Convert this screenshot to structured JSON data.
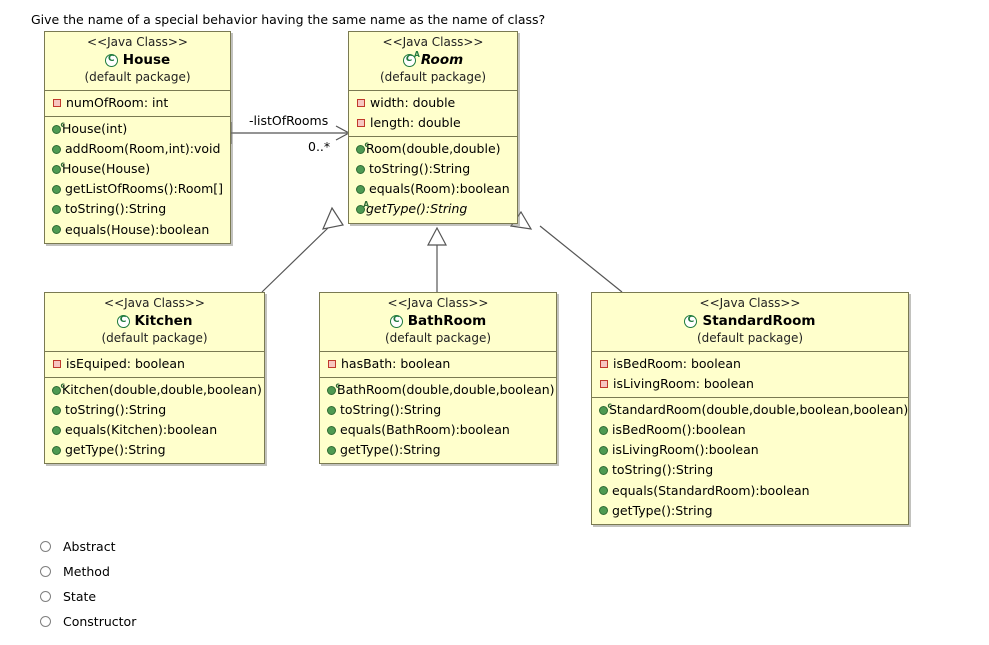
{
  "question": "Give the name of a special behavior having the same name as the name of class?",
  "diagram": {
    "stereotype": "<<Java Class>>",
    "package": "(default package)",
    "classes": [
      {
        "id": "house",
        "name": "House",
        "abstract": false,
        "fields": [
          {
            "icon": "private-field-icon",
            "text": "numOfRoom: int"
          }
        ],
        "methods": [
          {
            "icon": "constructor-icon",
            "text": "House(int)",
            "abstract": false
          },
          {
            "icon": "method-icon",
            "text": "addRoom(Room,int):void",
            "abstract": false
          },
          {
            "icon": "constructor-icon",
            "text": "House(House)",
            "abstract": false
          },
          {
            "icon": "method-icon",
            "text": "getListOfRooms():Room[]",
            "abstract": false
          },
          {
            "icon": "method-icon",
            "text": "toString():String",
            "abstract": false
          },
          {
            "icon": "method-icon",
            "text": "equals(House):boolean",
            "abstract": false
          }
        ]
      },
      {
        "id": "room",
        "name": "Room",
        "abstract": true,
        "fields": [
          {
            "icon": "private-field-icon",
            "text": "width: double"
          },
          {
            "icon": "private-field-icon",
            "text": "length: double"
          }
        ],
        "methods": [
          {
            "icon": "constructor-icon",
            "text": "Room(double,double)",
            "abstract": false
          },
          {
            "icon": "method-icon",
            "text": "toString():String",
            "abstract": false
          },
          {
            "icon": "method-icon",
            "text": "equals(Room):boolean",
            "abstract": false
          },
          {
            "icon": "abstract-method-icon",
            "text": "getType():String",
            "abstract": true
          }
        ]
      },
      {
        "id": "kitchen",
        "name": "Kitchen",
        "abstract": false,
        "fields": [
          {
            "icon": "private-field-icon",
            "text": "isEquiped: boolean"
          }
        ],
        "methods": [
          {
            "icon": "constructor-icon",
            "text": "Kitchen(double,double,boolean)",
            "abstract": false
          },
          {
            "icon": "method-icon",
            "text": "toString():String",
            "abstract": false
          },
          {
            "icon": "method-icon",
            "text": "equals(Kitchen):boolean",
            "abstract": false
          },
          {
            "icon": "method-icon",
            "text": "getType():String",
            "abstract": false
          }
        ]
      },
      {
        "id": "bathroom",
        "name": "BathRoom",
        "abstract": false,
        "fields": [
          {
            "icon": "private-field-icon",
            "text": "hasBath: boolean"
          }
        ],
        "methods": [
          {
            "icon": "constructor-icon",
            "text": "BathRoom(double,double,boolean)",
            "abstract": false
          },
          {
            "icon": "method-icon",
            "text": "toString():String",
            "abstract": false
          },
          {
            "icon": "method-icon",
            "text": "equals(BathRoom):boolean",
            "abstract": false
          },
          {
            "icon": "method-icon",
            "text": "getType():String",
            "abstract": false
          }
        ]
      },
      {
        "id": "standardroom",
        "name": "StandardRoom",
        "abstract": false,
        "fields": [
          {
            "icon": "private-field-icon",
            "text": "isBedRoom: boolean"
          },
          {
            "icon": "private-field-icon",
            "text": "isLivingRoom: boolean"
          }
        ],
        "methods": [
          {
            "icon": "constructor-icon",
            "text": "StandardRoom(double,double,boolean,boolean)",
            "abstract": false
          },
          {
            "icon": "method-icon",
            "text": "isBedRoom():boolean",
            "abstract": false
          },
          {
            "icon": "method-icon",
            "text": "isLivingRoom():boolean",
            "abstract": false
          },
          {
            "icon": "method-icon",
            "text": "toString():String",
            "abstract": false
          },
          {
            "icon": "method-icon",
            "text": "equals(StandardRoom):boolean",
            "abstract": false
          },
          {
            "icon": "method-icon",
            "text": "getType():String",
            "abstract": false
          }
        ]
      }
    ],
    "association": {
      "role_label": "-listOfRooms",
      "multiplicity": "0..*"
    }
  },
  "answers": {
    "options": [
      {
        "label": "Abstract",
        "selected": false
      },
      {
        "label": "Method",
        "selected": false
      },
      {
        "label": "State",
        "selected": false
      },
      {
        "label": "Constructor",
        "selected": false
      }
    ]
  },
  "colors": {
    "class_fill": "#ffffcc",
    "class_border": "#7a7a52",
    "class_icon": "#1f7a3d",
    "method_icon": "#4e9a52",
    "field_icon": "#c0392b"
  }
}
